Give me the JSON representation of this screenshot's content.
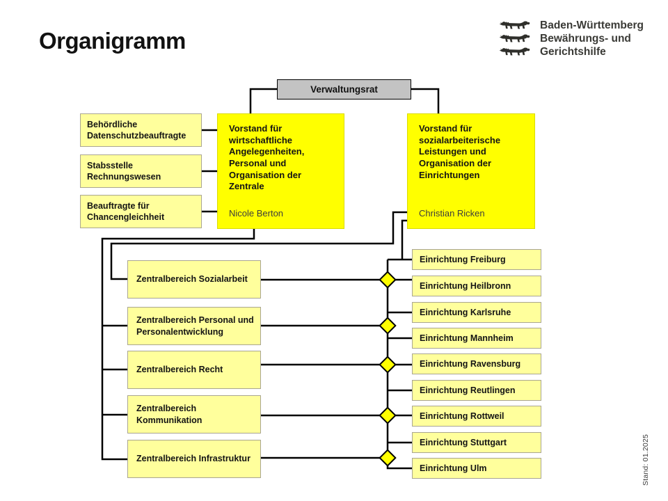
{
  "page": {
    "title": "Organigramm",
    "stand_note": "Stand: 01.2025"
  },
  "logo": {
    "emblem_icon": "baden-wuerttemberg-three-lions",
    "org_lines": [
      "Baden-Württemberg",
      "Bewährungs- und",
      "Gerichtshilfe"
    ]
  },
  "chart": {
    "root": {
      "label": "Verwaltungsrat"
    },
    "vorstand_wirtschaft": {
      "title": "Vorstand für wirtschaftliche Angelegenheiten, Personal und Organisation der Zentrale",
      "name": "Nicole Berton"
    },
    "vorstand_sozial": {
      "title": "Vorstand für sozialarbeiterische Leistungen und Organisation der Einrichtungen",
      "name": "Christian Ricken"
    },
    "stabsstellen": [
      {
        "label": "Behördliche Datenschutzbeauftragte"
      },
      {
        "label": "Stabsstelle Rechnungswesen"
      },
      {
        "label": "Beauftragte für Chancengleichheit"
      }
    ],
    "zentralbereiche": [
      {
        "label": "Zentralbereich Sozialarbeit"
      },
      {
        "label": "Zentralbereich Personal und Personalentwicklung"
      },
      {
        "label": "Zentralbereich Recht"
      },
      {
        "label": "Zentralbereich Kommunikation"
      },
      {
        "label": "Zentralbereich Infrastruktur"
      }
    ],
    "einrichtungen": [
      {
        "label": "Einrichtung Freiburg"
      },
      {
        "label": "Einrichtung Heilbronn"
      },
      {
        "label": "Einrichtung Karlsruhe"
      },
      {
        "label": "Einrichtung Mannheim"
      },
      {
        "label": "Einrichtung Ravensburg"
      },
      {
        "label": "Einrichtung Reutlingen"
      },
      {
        "label": "Einrichtung Rottweil"
      },
      {
        "label": "Einrichtung Stuttgart"
      },
      {
        "label": "Einrichtung Ulm"
      }
    ]
  },
  "colors": {
    "vorstand_yellow": "#FFFF00",
    "sub_box_yellow": "#FFFF9C",
    "sub_box_border": "#A9A591",
    "root_gray": "#C3C3C3",
    "line_black": "#000000",
    "diamond_yellow": "#FFFF00"
  }
}
